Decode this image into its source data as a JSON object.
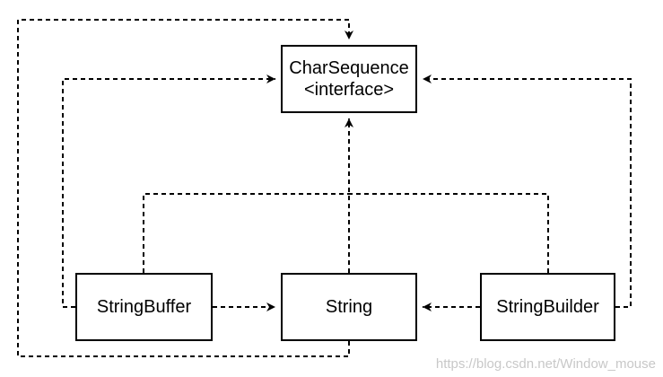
{
  "nodes": {
    "charsequence": {
      "name": "CharSequence",
      "stereotype": "<interface>"
    },
    "stringbuffer": {
      "name": "StringBuffer"
    },
    "string": {
      "name": "String"
    },
    "stringbuilder": {
      "name": "StringBuilder"
    }
  },
  "edges": [
    {
      "from": "StringBuffer",
      "to": "CharSequence",
      "style": "dashed-arrow"
    },
    {
      "from": "String",
      "to": "CharSequence",
      "style": "dashed-arrow"
    },
    {
      "from": "StringBuilder",
      "to": "CharSequence",
      "style": "dashed-arrow"
    },
    {
      "from": "StringBuffer",
      "to": "String",
      "style": "dashed-arrow"
    },
    {
      "from": "StringBuilder",
      "to": "String",
      "style": "dashed-arrow"
    },
    {
      "from": "String",
      "to": "CharSequence",
      "style": "dashed-arrow"
    }
  ],
  "watermark": "https://blog.csdn.net/Window_mouse",
  "colors": {
    "stroke": "#000000",
    "background": "#ffffff",
    "watermark": "#c8c8c8"
  }
}
